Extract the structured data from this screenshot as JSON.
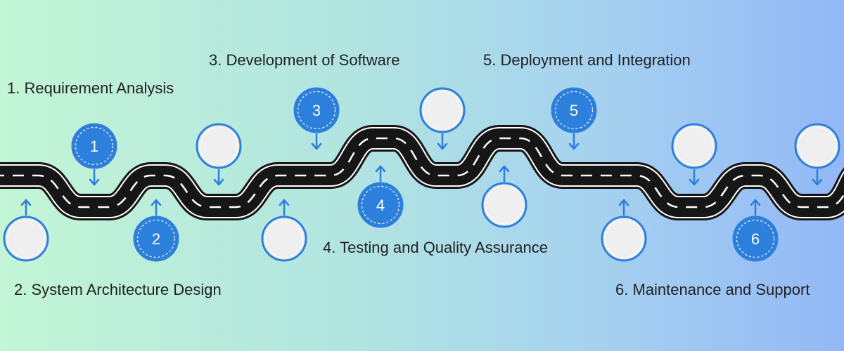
{
  "steps": [
    {
      "number": "1",
      "label": "1. Requirement Analysis"
    },
    {
      "number": "2",
      "label": "2. System Architecture Design"
    },
    {
      "number": "3",
      "label": "3. Development of Software"
    },
    {
      "number": "4",
      "label": "4. Testing and Quality Assurance"
    },
    {
      "number": "5",
      "label": "5. Deployment and Integration"
    },
    {
      "number": "6",
      "label": "6. Maintenance and Support"
    }
  ],
  "colors": {
    "road": "#161616",
    "road_edge": "#ffffff",
    "lane_dash": "#ffffff",
    "marker_blue": "#2d7fdc",
    "marker_blank": "#efefef",
    "arrow": "#2d7fdc",
    "text": "#222222"
  }
}
